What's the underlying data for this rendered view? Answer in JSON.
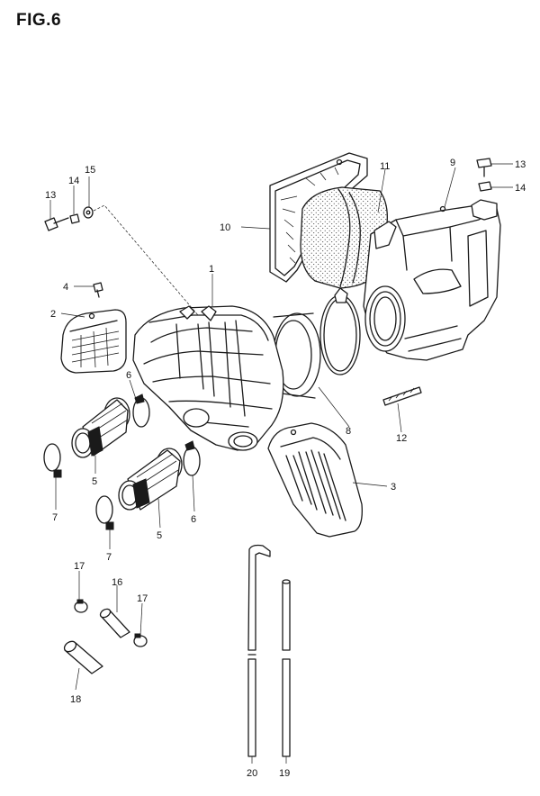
{
  "figure": {
    "title": "FIG.6"
  },
  "callouts": {
    "c1": "1",
    "c2": "2",
    "c3": "3",
    "c4": "4",
    "c5a": "5",
    "c5b": "5",
    "c6a": "6",
    "c6b": "6",
    "c7a": "7",
    "c7b": "7",
    "c8": "8",
    "c9": "9",
    "c10": "10",
    "c11": "11",
    "c12": "12",
    "c13a": "13",
    "c13b": "13",
    "c14a": "14",
    "c14b": "14",
    "c15": "15",
    "c16": "16",
    "c17a": "17",
    "c17b": "17",
    "c18": "18",
    "c19": "19",
    "c20": "20"
  }
}
